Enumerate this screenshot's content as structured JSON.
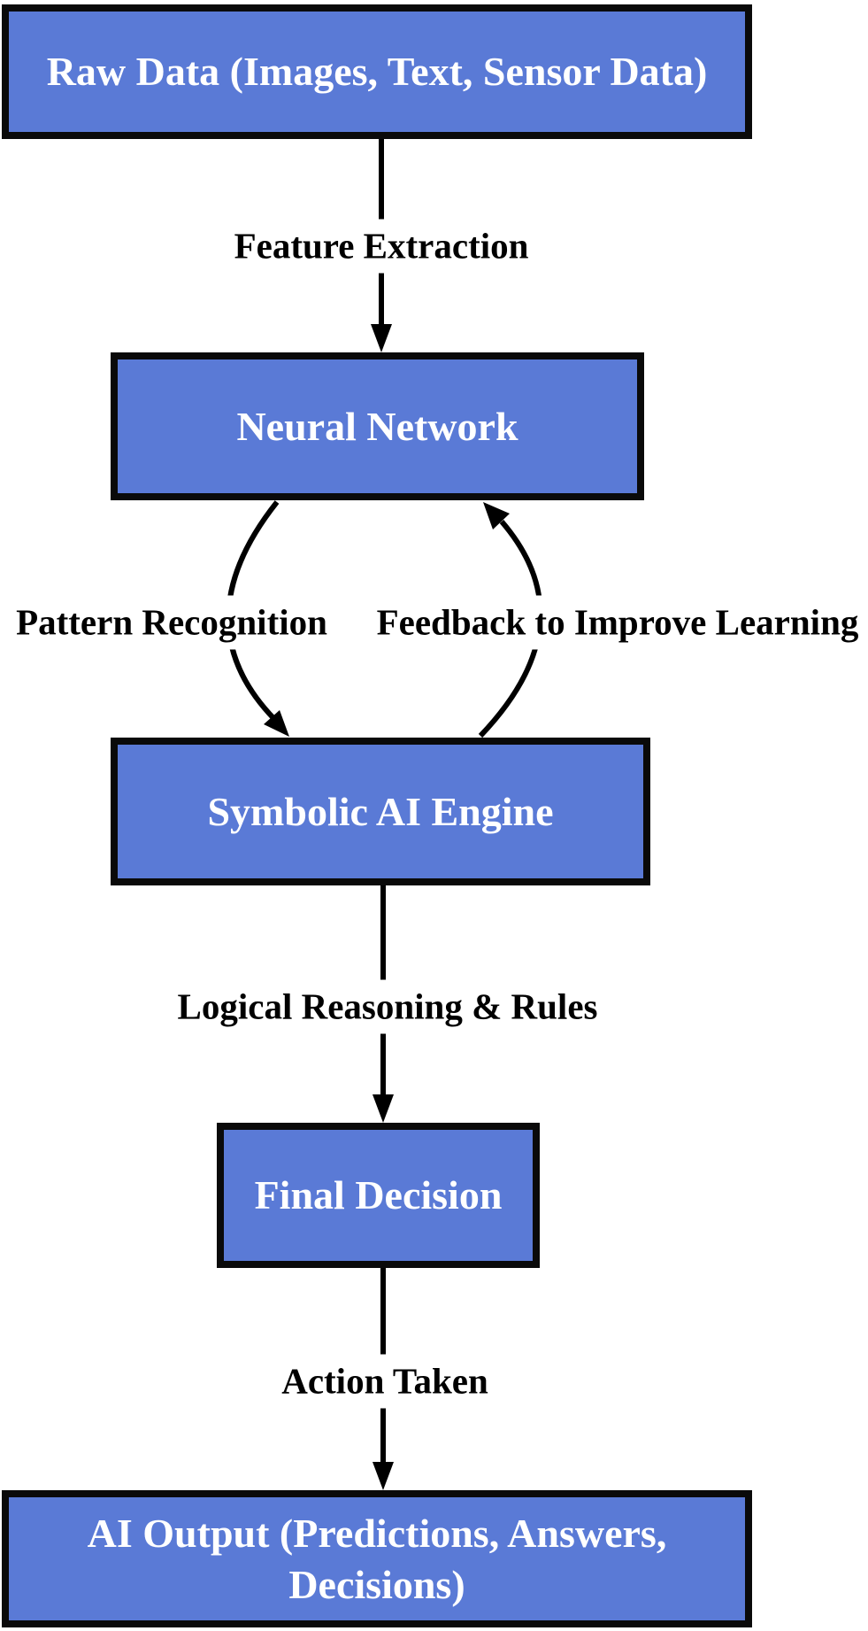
{
  "diagram": {
    "title": "Neuro-symbolic AI flow diagram",
    "colors": {
      "node_fill": "#5a7ad6",
      "node_border": "#0a0a0a",
      "node_text": "#ffffff",
      "edge_stroke": "#000000",
      "edge_label_text": "#000000",
      "background": "#ffffff"
    },
    "nodes": {
      "raw_data": {
        "label": "Raw Data (Images, Text, Sensor Data)"
      },
      "neural_network": {
        "label": "Neural Network"
      },
      "symbolic_ai": {
        "label": "Symbolic AI Engine"
      },
      "final_decision": {
        "label": "Final Decision"
      },
      "ai_output": {
        "label": "AI Output (Predictions, Answers, Decisions)"
      }
    },
    "edges": {
      "feature_extraction": {
        "label": "Feature Extraction",
        "from": "raw_data",
        "to": "neural_network"
      },
      "pattern_recognition": {
        "label": "Pattern Recognition",
        "from": "neural_network",
        "to": "symbolic_ai"
      },
      "feedback": {
        "label": "Feedback to Improve Learning",
        "from": "symbolic_ai",
        "to": "neural_network"
      },
      "logical_reasoning": {
        "label": "Logical Reasoning & Rules",
        "from": "symbolic_ai",
        "to": "final_decision"
      },
      "action_taken": {
        "label": "Action Taken",
        "from": "final_decision",
        "to": "ai_output"
      }
    }
  }
}
